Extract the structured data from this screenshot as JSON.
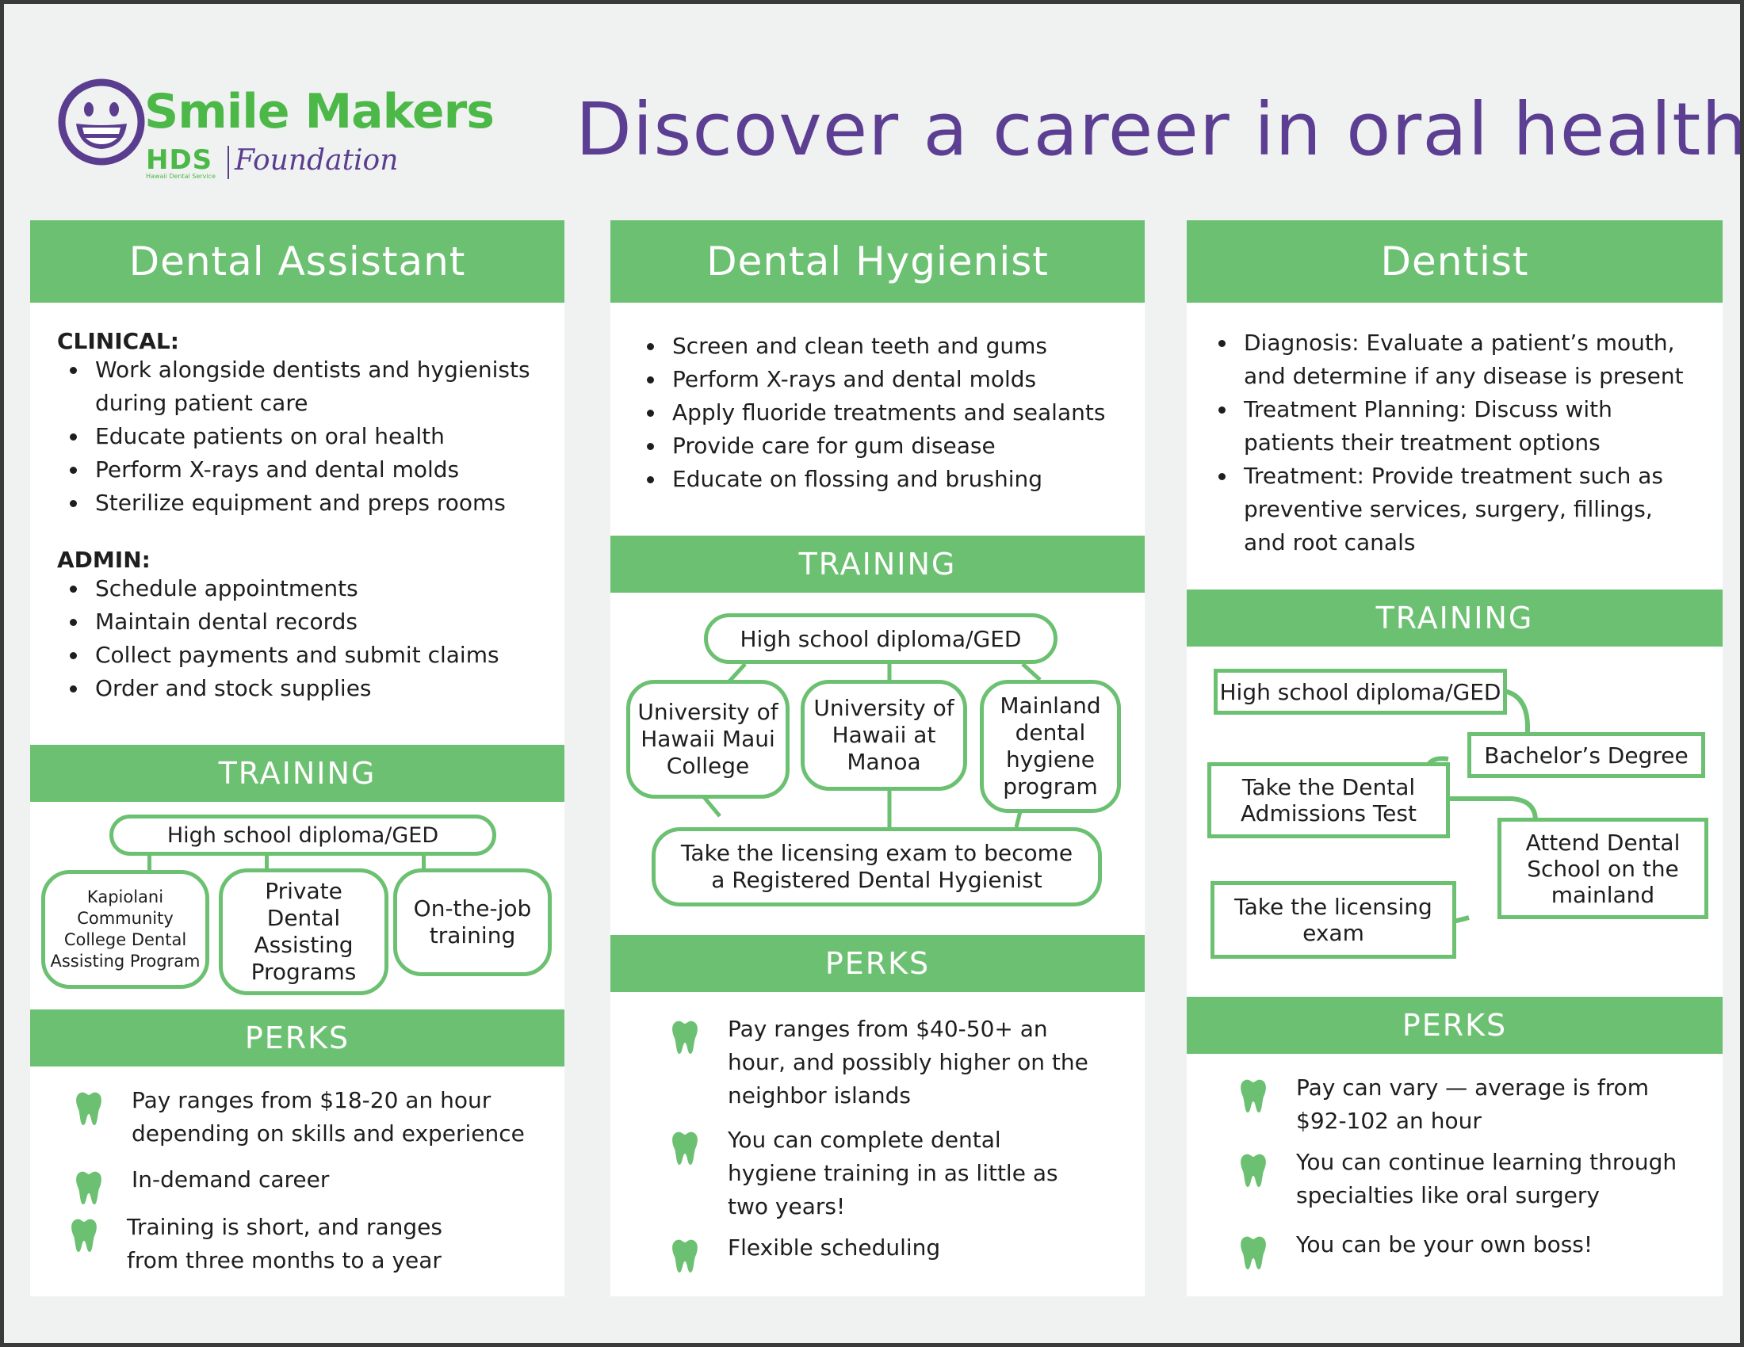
{
  "brand": {
    "name": "Smile Makers",
    "hds": "HDS",
    "hds_subtitle": "Hawaii Dental Service",
    "foundation": "Foundation",
    "color_green": "#4cb848",
    "color_purple": "#5c3f92"
  },
  "headline": "Discover a career in oral health!",
  "accent_color": "#6cc071",
  "columns": [
    {
      "title": "Dental Assistant",
      "clinical_heading": "CLINICAL:",
      "clinical": [
        "Work alongside dentists and hygienists",
        "during patient care",
        "Educate patients on oral health",
        "Perform X-rays and dental molds",
        "Sterilize equipment and preps rooms"
      ],
      "admin_heading": "ADMIN:",
      "admin": [
        "Schedule appointments",
        "Maintain dental records",
        "Collect payments and submit claims",
        "Order and stock supplies"
      ],
      "training_heading": "TRAINING",
      "training": {
        "top": "High school diploma/GED",
        "options": [
          "Kapiolani Community College Dental Assisting Program",
          "Private Dental Assisting Programs",
          "On-the-job training"
        ]
      },
      "perks_heading": "PERKS",
      "perks": [
        [
          "Pay ranges from $18-20 an hour",
          "depending on skills and experience"
        ],
        [
          "In-demand career"
        ],
        [
          "Training is short, and ranges",
          "from three months to a year"
        ]
      ]
    },
    {
      "title": "Dental Hygienist",
      "duties": [
        "Screen and clean teeth and gums",
        "Perform X-rays and dental molds",
        "Apply fluoride treatments and sealants",
        "Provide care for gum disease",
        "Educate on flossing and brushing"
      ],
      "training_heading": "TRAINING",
      "training": {
        "top": "High school diploma/GED",
        "options": [
          "University of Hawaii Maui College",
          "University of Hawaii at Manoa",
          "Mainland dental hygiene program"
        ],
        "final": "Take the licensing exam to become a Registered Dental Hygienist"
      },
      "perks_heading": "PERKS",
      "perks": [
        [
          "Pay ranges from $40-50+ an",
          "hour, and possibly higher on the",
          "neighbor islands"
        ],
        [
          "You can complete dental",
          "hygiene training in as little as",
          "two years!"
        ],
        [
          "Flexible scheduling"
        ]
      ]
    },
    {
      "title": "Dentist",
      "duties": [
        [
          "Diagnosis: Evaluate a patient’s mouth,",
          "and determine if any disease is present"
        ],
        [
          "Treatment Planning: Discuss with",
          "patients their treatment options"
        ],
        [
          "Treatment: Provide treatment such as",
          "preventive services, surgery, fillings,",
          "and root canals"
        ]
      ],
      "training_heading": "TRAINING",
      "training": {
        "steps": [
          "High school diploma/GED",
          "Bachelor’s Degree",
          "Take the Dental Admissions Test",
          "Attend Dental School on the mainland",
          "Take the licensing exam"
        ]
      },
      "perks_heading": "PERKS",
      "perks": [
        [
          "Pay can vary — average is from",
          "$92-102 an hour"
        ],
        [
          "You can continue learning through",
          "specialties like oral surgery"
        ],
        [
          "You can be your own boss!"
        ]
      ]
    }
  ]
}
